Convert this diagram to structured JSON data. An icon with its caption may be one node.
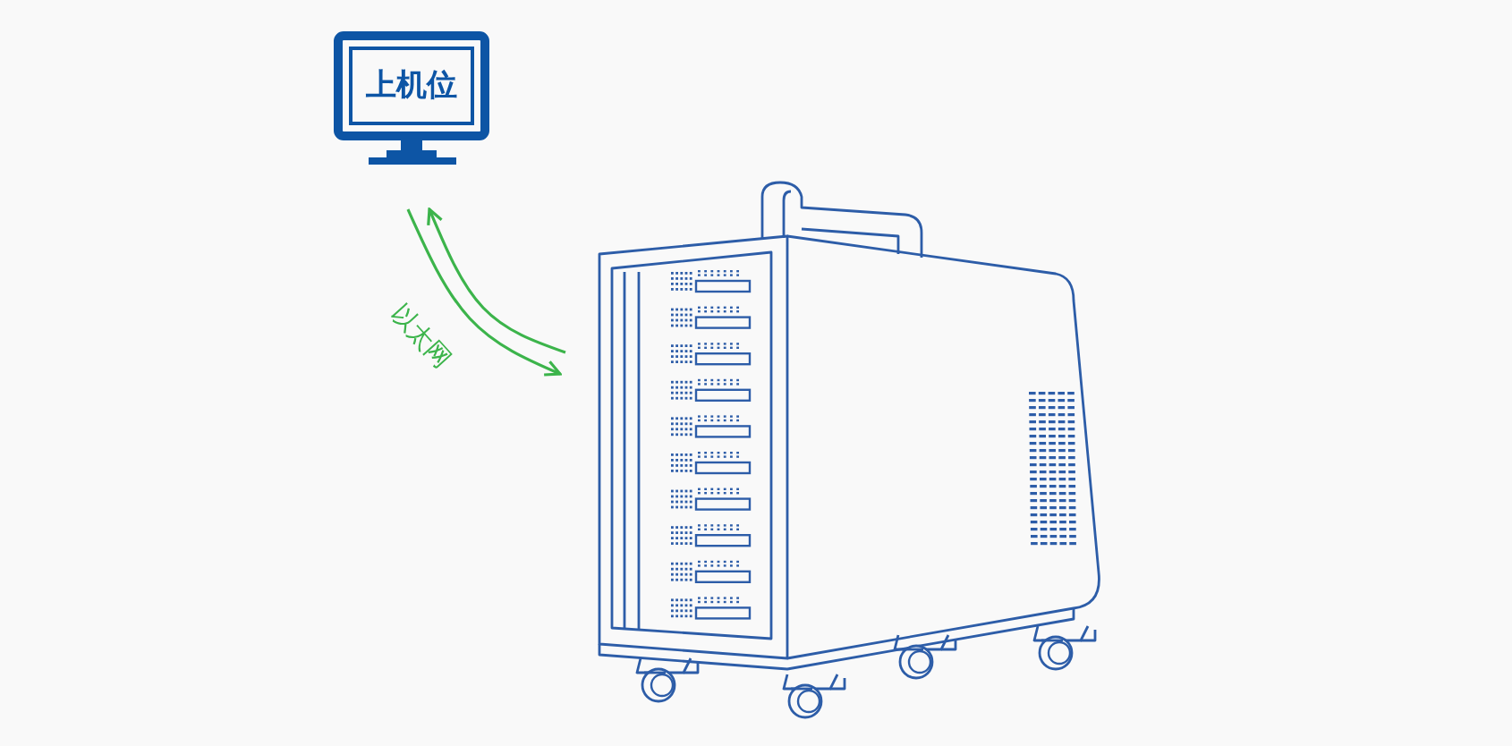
{
  "diagram": {
    "nodes": [
      {
        "text": [
          "上机位"
        ]
      },
      {
        "text": [],
        "shape": "picture"
      }
    ],
    "edges": [
      {
        "from": 0,
        "to": 1,
        "arrow": "to",
        "label": "以太网"
      },
      {
        "from": 1,
        "to": 0,
        "arrow": "to"
      }
    ]
  }
}
